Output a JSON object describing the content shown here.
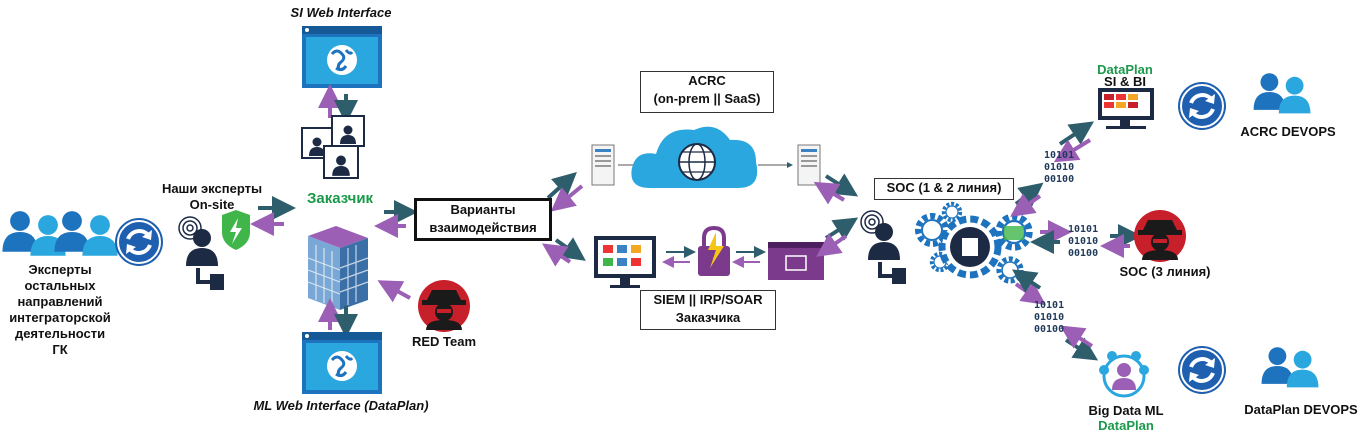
{
  "colors": {
    "teal": "#2e5d6b",
    "purple": "#9b5fb5",
    "blue": "#1e73be",
    "lightblue": "#2aa7de",
    "navy": "#1d2a44",
    "green": "#1a9a4a",
    "red": "#c8202b",
    "server": "#7c3a8c"
  },
  "left": {
    "experts_label": "Эксперты\nостальных\nнаправлений\nинтеграторской\nдеятельности ГК",
    "onsite_label": "Наши эксперты\nOn-site"
  },
  "customer": {
    "si_web": "SI Web Interface",
    "ml_web": "ML Web Interface (DataPlan)",
    "customer_label": "Заказчик",
    "red_team": "RED Team"
  },
  "center": {
    "variants": "Варианты\nвзаимодействия",
    "acrc_box": "ACRC\n(on-prem || SaaS)",
    "siem_box": "SIEM || IRP/SOAR\nЗаказчика"
  },
  "right": {
    "soc12": "SOC (1 & 2 линия)",
    "soc3": "SOC (3 линия)",
    "dataplan_top": "DataPlan",
    "si_bi": "SI & BI",
    "acrc_devops": "ACRC DEVOPS",
    "big_data": "Big Data ML",
    "dataplan_bottom": "DataPlan",
    "dataplan_devops": "DataPlan DEVOPS",
    "binary": "10101\n01010\n00100"
  },
  "icons": [
    "people-icon",
    "sync-icon",
    "fingerprint-user-icon",
    "shield-icon",
    "browser-globe-icon",
    "user-portraits-icon",
    "building-icon",
    "hacker-icon",
    "server-icon",
    "cloud-icon",
    "dashboard-monitor-icon",
    "lock-icon",
    "gears-icon",
    "bigdata-icon"
  ]
}
